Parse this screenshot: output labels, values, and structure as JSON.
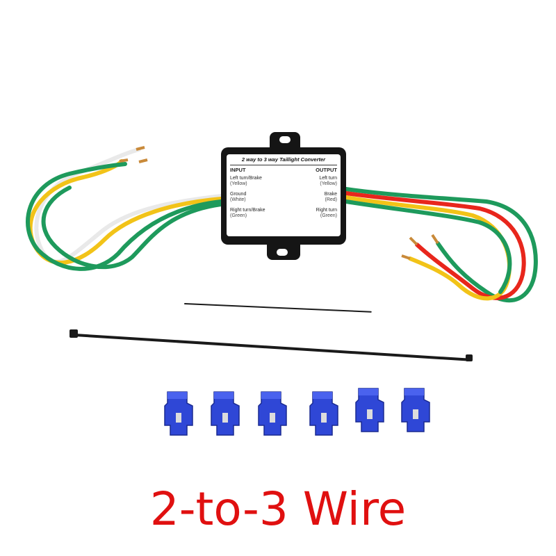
{
  "product": {
    "caption": "2-to-3 Wire",
    "caption_color": "#e01010"
  },
  "converter_label": {
    "title": "2 way to 3 way Taillight Converter",
    "input_header": "INPUT",
    "output_header": "OUTPUT",
    "inputs": [
      {
        "name": "Left turn/Brake",
        "color": "(Yellow)"
      },
      {
        "name": "Ground",
        "color": "(White)"
      },
      {
        "name": "Right turn/Brake",
        "color": "(Green)"
      }
    ],
    "outputs": [
      {
        "name": "Left turn",
        "color": "(Yellow)"
      },
      {
        "name": "Brake",
        "color": "(Red)"
      },
      {
        "name": "Right turn",
        "color": "(Green)"
      }
    ]
  },
  "wire_colors": {
    "yellow": "#f2c318",
    "white": "#f4f4f4",
    "green": "#1e9a5c",
    "red": "#e8261c",
    "copper": "#c98a3a"
  },
  "accessories": {
    "cable_tie_count": 2,
    "tap_connector_count": 6,
    "connector_color": "#2f47d6"
  }
}
